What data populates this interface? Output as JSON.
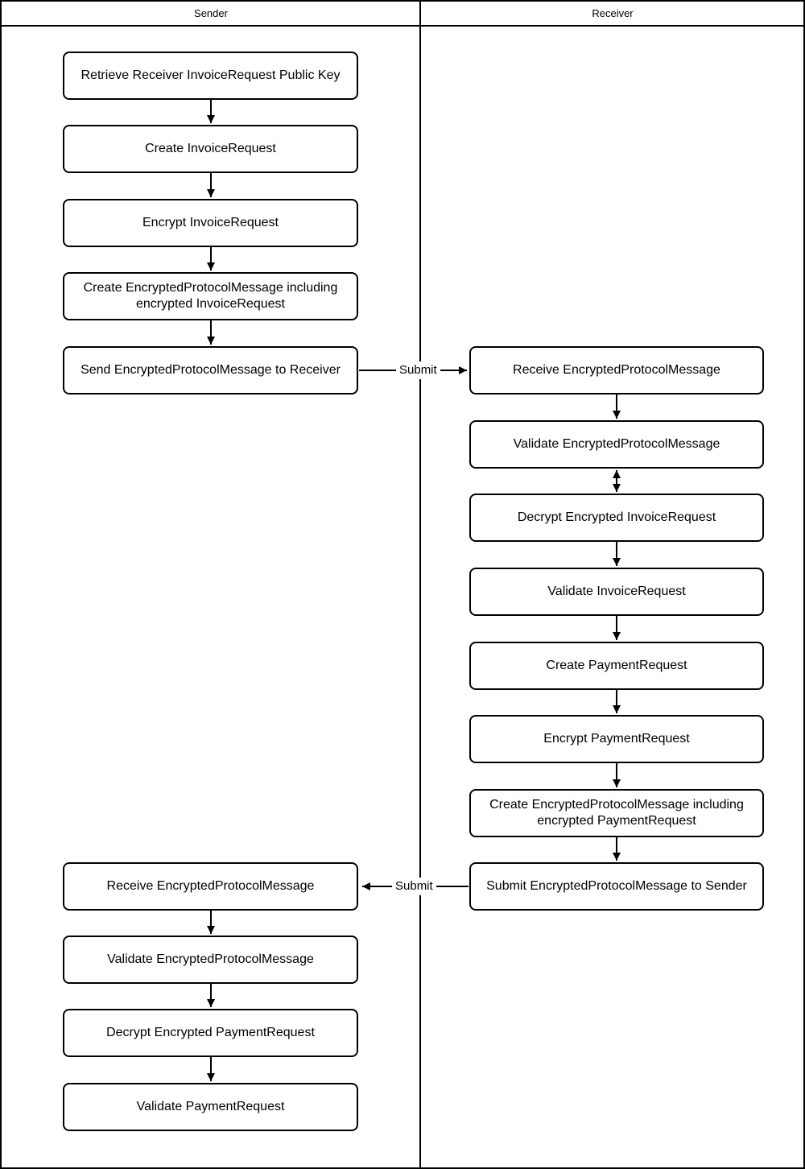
{
  "diagram": {
    "lanes": [
      {
        "label": "Sender"
      },
      {
        "label": "Receiver"
      }
    ],
    "sender_steps": [
      {
        "label": "Retrieve Receiver InvoiceRequest Public Key"
      },
      {
        "label": "Create InvoiceRequest"
      },
      {
        "label": "Encrypt InvoiceRequest"
      },
      {
        "label": "Create EncryptedProtocolMessage including encrypted InvoiceRequest"
      },
      {
        "label": "Send EncryptedProtocolMessage to Receiver"
      },
      {
        "label": "Receive EncryptedProtocolMessage"
      },
      {
        "label": "Validate EncryptedProtocolMessage"
      },
      {
        "label": "Decrypt Encrypted PaymentRequest"
      },
      {
        "label": "Validate PaymentRequest"
      }
    ],
    "receiver_steps": [
      {
        "label": "Receive EncryptedProtocolMessage"
      },
      {
        "label": "Validate EncryptedProtocolMessage"
      },
      {
        "label": "Decrypt Encrypted InvoiceRequest"
      },
      {
        "label": "Validate InvoiceRequest"
      },
      {
        "label": "Create PaymentRequest"
      },
      {
        "label": "Encrypt PaymentRequest"
      },
      {
        "label": "Create EncryptedProtocolMessage including encrypted PaymentRequest"
      },
      {
        "label": "Submit EncryptedProtocolMessage to Sender"
      }
    ],
    "edge_labels": [
      {
        "label": "Submit"
      },
      {
        "label": "Submit"
      }
    ],
    "colors": {
      "line": "#000000",
      "node_fill": "#ffffff",
      "node_border": "#000000",
      "background": "#ffffff"
    }
  }
}
